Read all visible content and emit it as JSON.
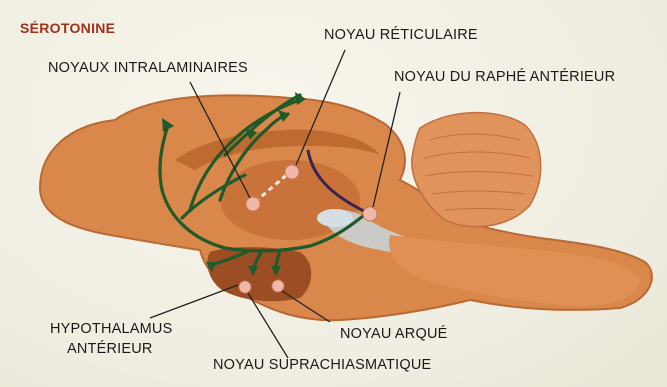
{
  "figure": {
    "title": "SÉROTONINE",
    "labels": {
      "noyaux_intralaminaires": "NOYAUX INTRALAMINAIRES",
      "noyau_reticulaire": "NOYAU RÉTICULAIRE",
      "noyau_raphe_anterieur": "NOYAU DU RAPHÉ ANTÉRIEUR",
      "hypothalamus_line1": "HYPOTHALAMUS",
      "hypothalamus_line2": "ANTÉRIEUR",
      "noyau_arque": "NOYAU ARQUÉ",
      "noyau_suprachiasmatique": "NOYAU SUPRACHIASMATIQUE"
    },
    "colors": {
      "title": "#a0301c",
      "brain_tissue": "#d9874a",
      "cortex_dark": "#bf6a30",
      "pathway": "#1f5a2a",
      "nucleus": "#f0b8a8",
      "ventricle": "#c8d6dc"
    }
  }
}
